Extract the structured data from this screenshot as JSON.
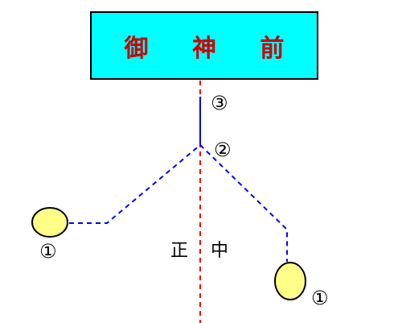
{
  "shrine": {
    "label": "御 神 前"
  },
  "center_line": {
    "char_left": "正",
    "char_right": "中"
  },
  "markers": {
    "left_person": "①",
    "right_person": "①",
    "point_2": "②",
    "point_3": "③"
  },
  "colors": {
    "shrine_fill": "#00ffff",
    "shrine_text": "#cc0000",
    "center_line": "#ff0000",
    "path": "#0000ff",
    "person_fill": "#ffff88"
  }
}
